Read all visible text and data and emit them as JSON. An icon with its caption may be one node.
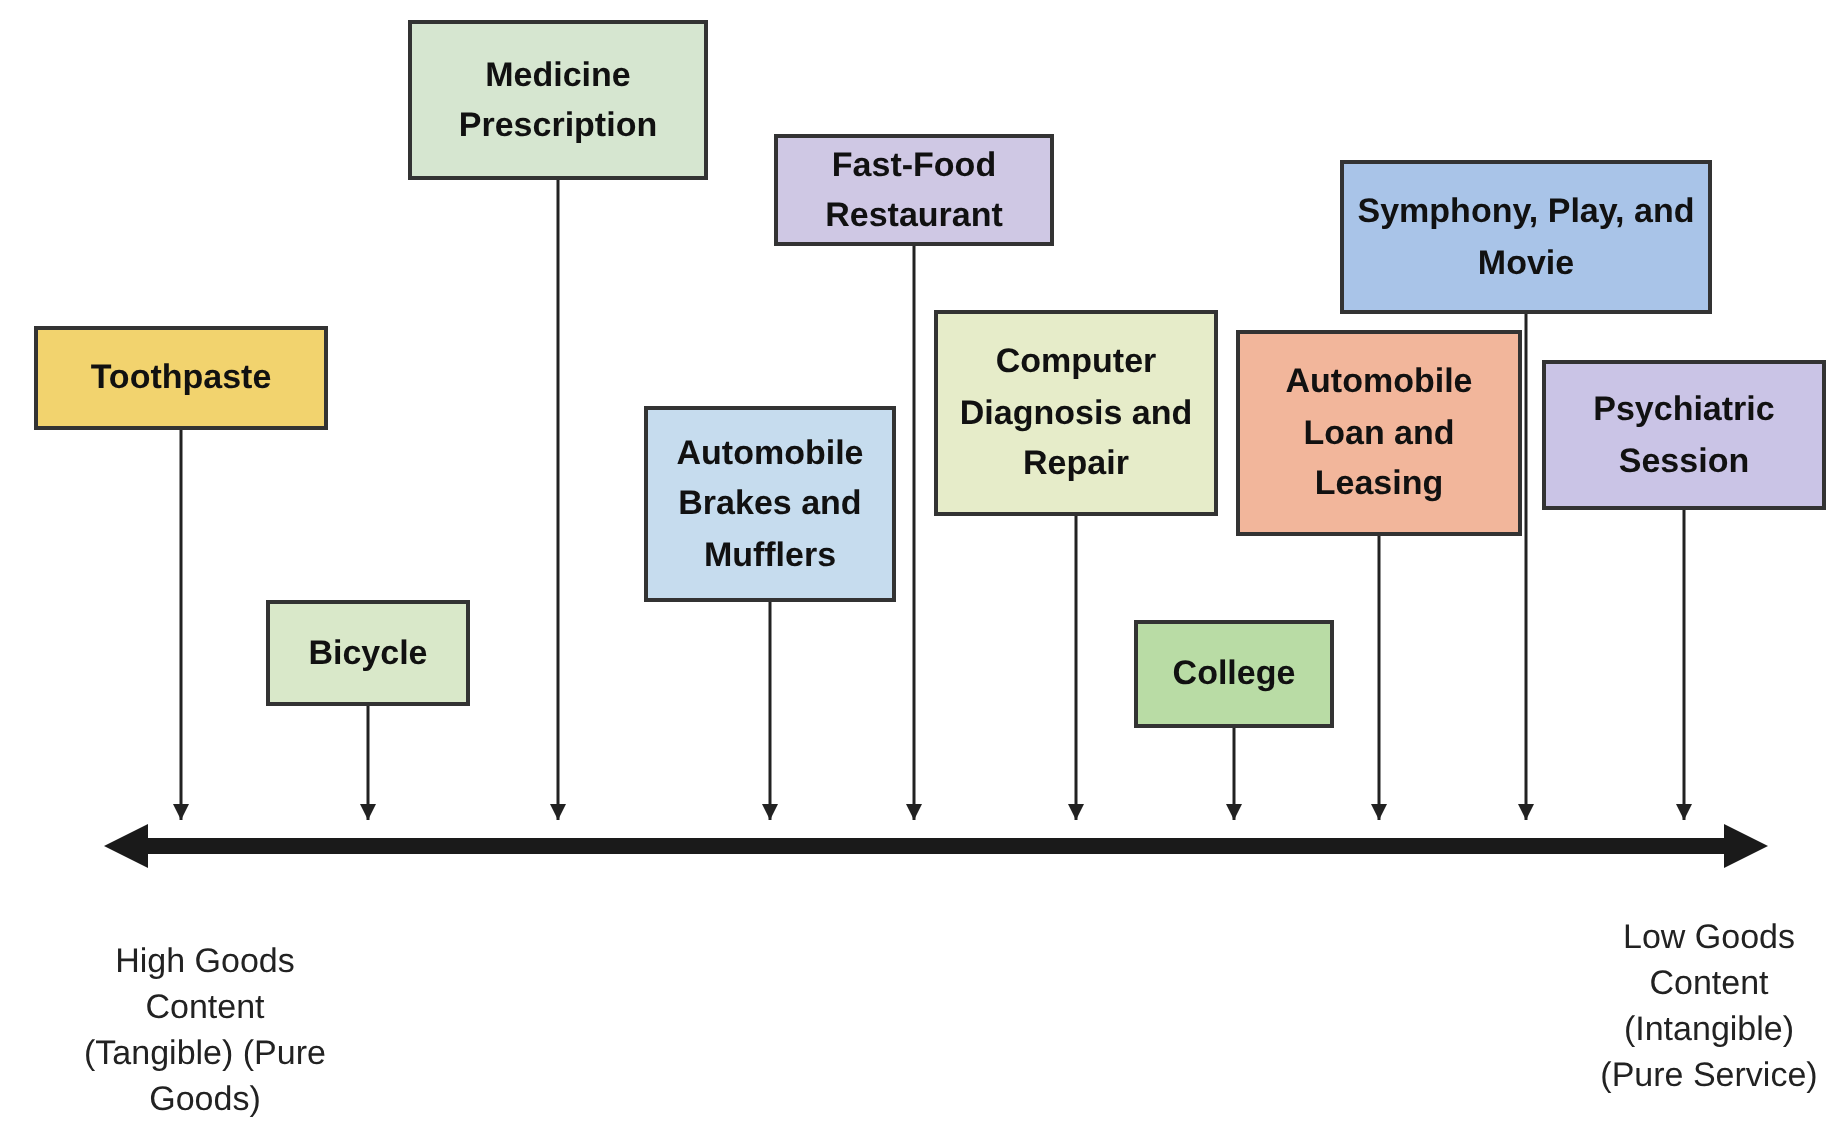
{
  "diagram": {
    "nodes": [
      {
        "text": [
          "Toothpaste"
        ]
      },
      {
        "text": [
          "Bicycle"
        ]
      },
      {
        "text": [
          "Medicine Prescription"
        ]
      },
      {
        "text": [
          "Automobile Brakes and Mufflers"
        ]
      },
      {
        "text": [
          "Fast-Food Restaurant"
        ]
      },
      {
        "text": [
          "Computer Diagnosis and Repair"
        ]
      },
      {
        "text": [
          "College"
        ]
      },
      {
        "text": [
          "Automobile Loan and Leasing"
        ]
      },
      {
        "text": [
          "Symphony, Play, and Movie"
        ]
      },
      {
        "text": [
          "Psychiatric Session"
        ]
      },
      {
        "text": [],
        "shape": "bar"
      }
    ],
    "edges": [
      {
        "from": 0,
        "to": 10,
        "arrow": "to"
      },
      {
        "from": 1,
        "to": 10,
        "arrow": "to"
      },
      {
        "from": 2,
        "to": 10,
        "arrow": "to"
      },
      {
        "from": 3,
        "to": 10,
        "arrow": "to"
      },
      {
        "from": 4,
        "to": 10,
        "arrow": "to"
      },
      {
        "from": 5,
        "to": 10,
        "arrow": "to"
      },
      {
        "from": 6,
        "to": 10,
        "arrow": "to"
      },
      {
        "from": 7,
        "to": 10,
        "arrow": "to"
      },
      {
        "from": 8,
        "to": 10,
        "arrow": "to"
      },
      {
        "from": 9,
        "to": 10,
        "arrow": "to"
      }
    ],
    "labels": [
      "High Goods Content (Tangible) (Pure Goods)",
      "Low Goods Content (Intangible) (Pure Service)"
    ]
  }
}
